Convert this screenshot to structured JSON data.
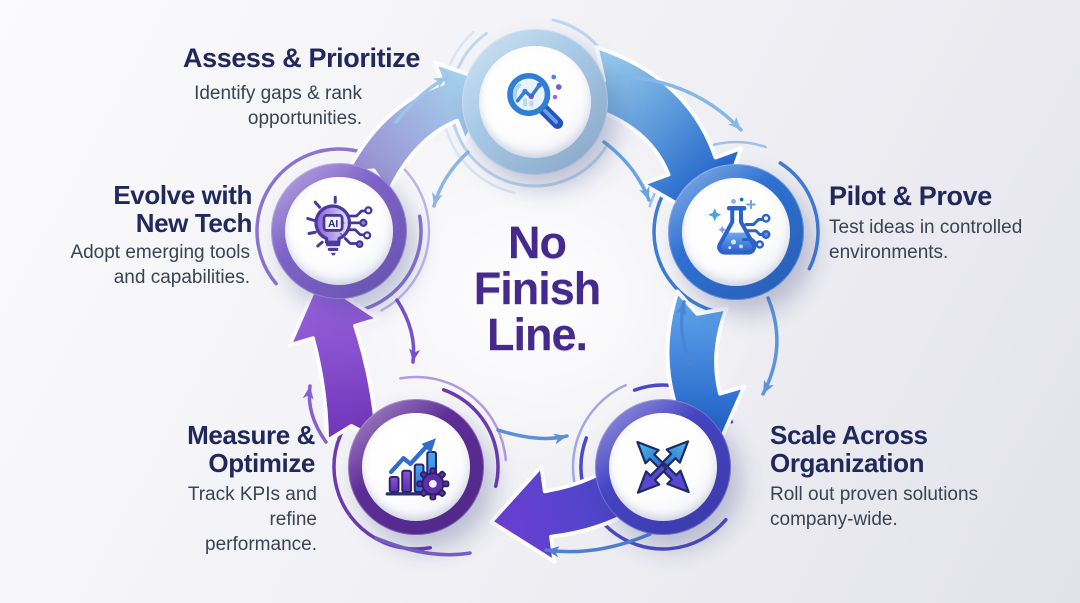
{
  "center_title": {
    "lines": [
      "No",
      "Finish",
      "Line."
    ],
    "color": "#45298c"
  },
  "steps": [
    {
      "id": "assess",
      "title": "Assess & Prioritize",
      "description": "Identify gaps & rank opportunities.",
      "icon": "magnifier-chart-icon",
      "ring_color": "#a9cbe8"
    },
    {
      "id": "pilot",
      "title": "Pilot & Prove",
      "description": "Test ideas in controlled environments.",
      "icon": "flask-circuit-icon",
      "ring_color": "#2e71d2"
    },
    {
      "id": "scale",
      "title": "Scale Across Organization",
      "description": "Roll out proven solutions company-wide.",
      "icon": "expand-arrows-icon",
      "ring_color": "#4544c2"
    },
    {
      "id": "measure",
      "title": "Measure & Optimize",
      "description": "Track KPIs and refine performance.",
      "icon": "bar-chart-gear-icon",
      "ring_color": "#5e2d98"
    },
    {
      "id": "evolve",
      "title": "Evolve with New Tech",
      "description": "Adopt emerging tools and capabilities.",
      "icon": "ai-bulb-icon",
      "ring_color": "#7e63c8"
    }
  ],
  "icon_labels": {
    "ai_chip_label": "AI"
  },
  "palette": {
    "heading_text": "#21295c",
    "body_text": "#3a4254",
    "center_text": "#45298c",
    "blue_arrow": "#2166ca",
    "light_blue_arrow": "#98cbec",
    "indigo_arrow": "#4544c2",
    "purple_arrow": "#7a3fc8",
    "background_top": "#fbfbfd",
    "background_bottom": "#e2e2ea"
  }
}
